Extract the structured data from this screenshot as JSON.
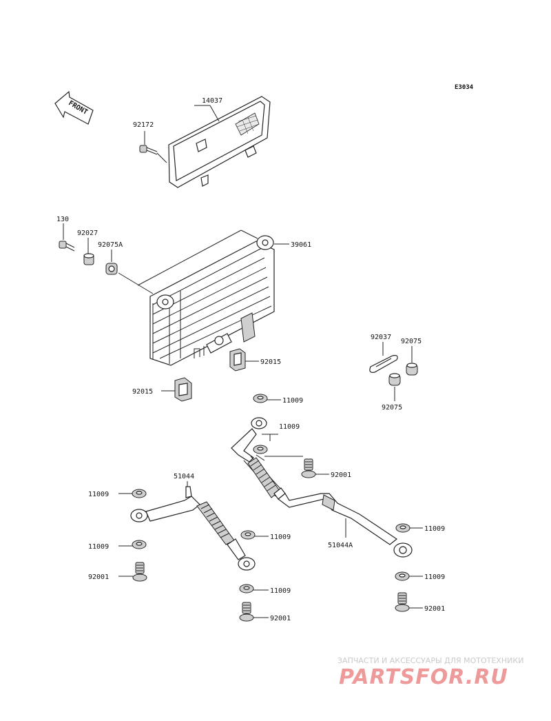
{
  "diagram_code": "E3034",
  "front_label": "FRONT",
  "parts": {
    "p14037": "14037",
    "p92172": "92172",
    "p130": "130",
    "p92027": "92027",
    "p92075A": "92075A",
    "p39061": "39061",
    "p92015a": "92015",
    "p92015b": "92015",
    "p92037": "92037",
    "p92075a": "92075",
    "p92075b": "92075",
    "p11009a": "11009",
    "p11009b": "11009",
    "p92001a": "92001",
    "p51044": "51044",
    "p11009c": "11009",
    "p11009d": "11009",
    "p92001b": "92001",
    "p11009e": "11009",
    "p11009f": "11009",
    "p92001c": "92001",
    "p51044A": "51044A",
    "p11009g": "11009",
    "p11009h": "11009",
    "p92001d": "92001"
  },
  "watermark": {
    "subtitle": "ЗАПЧАСТИ И АКСЕССУАРЫ ДЛЯ МОТОТЕХНИКИ",
    "brand": "PARTSFOR.RU"
  }
}
